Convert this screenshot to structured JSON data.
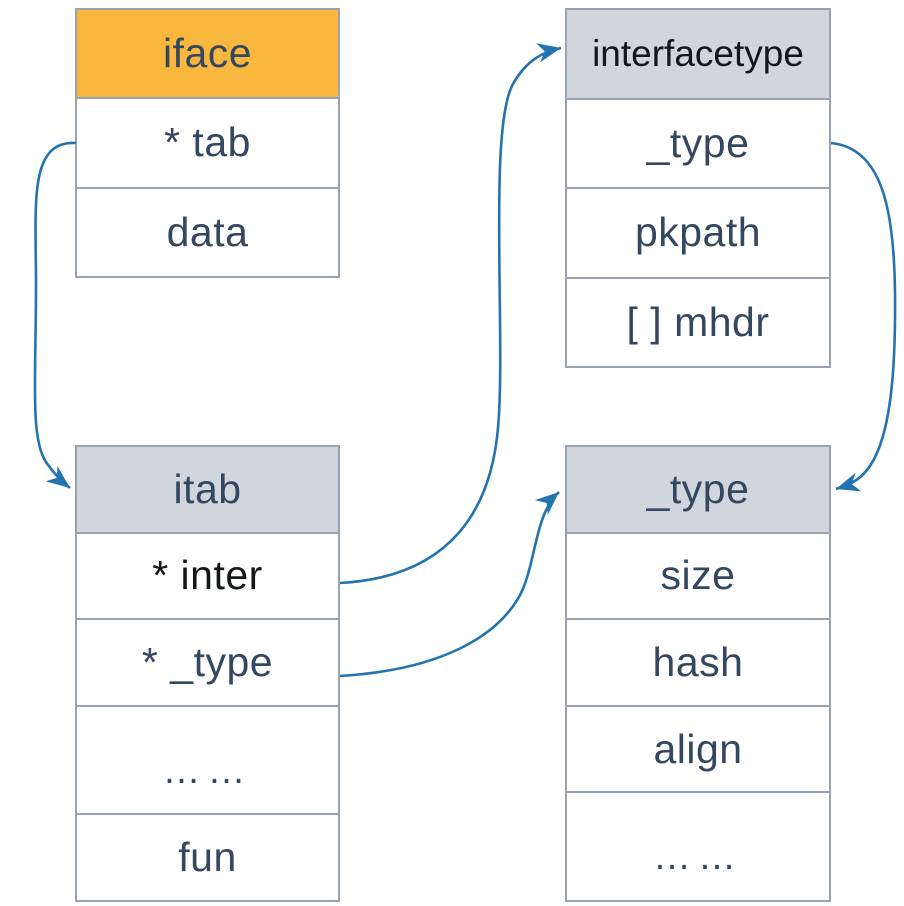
{
  "diagram": {
    "title_hint": "Go interface internals structure diagram",
    "tables": [
      {
        "id": "iface",
        "title": "iface",
        "rows": [
          "* tab",
          "data"
        ]
      },
      {
        "id": "interfacetype",
        "title": "interfacetype",
        "rows": [
          "_type",
          "pkpath",
          "[ ] mhdr"
        ]
      },
      {
        "id": "itab",
        "title": "itab",
        "rows": [
          "* inter",
          "* _type",
          "……",
          "fun"
        ]
      },
      {
        "id": "_type",
        "title": "_type",
        "rows": [
          "size",
          "hash",
          "align",
          "……"
        ]
      }
    ],
    "edges": [
      {
        "from": "iface.* tab",
        "to": "itab"
      },
      {
        "from": "itab.* inter",
        "to": "interfacetype"
      },
      {
        "from": "itab.* _type",
        "to": "_type"
      },
      {
        "from": "interfacetype._type",
        "to": "_type"
      }
    ],
    "colors": {
      "header_orange": "#FAB73D",
      "header_gray": "#D1D5DC",
      "border_gray": "#97A2B2",
      "text_navy": "#334760",
      "text_black": "#14171A",
      "arrow_blue": "#2273B0",
      "background": "#FFFFFF"
    }
  }
}
